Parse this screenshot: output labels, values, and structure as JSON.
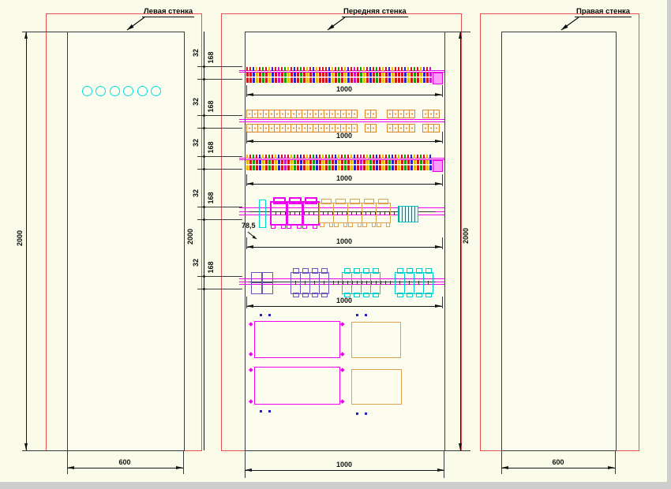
{
  "drawing": {
    "background": "#fbfbea",
    "frame_color": "#e85050",
    "panel_border_color": "#3d3d3d",
    "paper_edge": "#cdcdcd",
    "dim_color": "#141414"
  },
  "callouts": {
    "left": "Левая стенка",
    "front": "Передняя стенка",
    "right": "Правая стенка"
  },
  "dims": {
    "left_width": "600",
    "front_width": "1000",
    "right_width": "600",
    "left_height": "2000",
    "front_height_left": "2000",
    "front_height_right": "2000",
    "row_offset": "78,5"
  },
  "left_panel": {
    "holes": 6,
    "hole_color": "#00dede"
  },
  "palettes": {
    "strip1": [
      "#d01616",
      "#d01616",
      "#2626c8",
      "#e0be00",
      "#d01616",
      "#0ea00e",
      "#d01616",
      "#e0be00",
      "#2626c8",
      "#d01616",
      "#c816c8",
      "#d01616",
      "#0ea00e",
      "#e0be00",
      "#d01616",
      "#2626c8",
      "#d01616",
      "#0ea00e",
      "#d01616",
      "#e0be00",
      "#d01616",
      "#2626c8",
      "#e0be00",
      "#d01616"
    ],
    "strip2": [
      "#e0be00",
      "#d01616",
      "#0ea00e",
      "#d01616",
      "#2626c8",
      "#e0be00",
      "#d01616",
      "#0ea00e",
      "#d01616",
      "#e0be00",
      "#2626c8",
      "#d01616",
      "#c816c8",
      "#d01616",
      "#e0be00",
      "#0ea00e",
      "#d01616",
      "#2626c8",
      "#d01616",
      "#e0be00",
      "#d01616",
      "#0ea00e",
      "#2626c8",
      "#d01616"
    ]
  },
  "colors": {
    "rail": "#f000f0",
    "end_block_fill": "#ff9aff",
    "end_block_border": "#e000e0",
    "orange_terminal": "#d8882a",
    "black_rail": "#333333"
  },
  "rows": [
    {
      "name": "din-row-1",
      "kind": "terminal-strip",
      "dim_width": "1000",
      "rail_dim": "32",
      "gap_dim": "168",
      "palette": "strip1"
    },
    {
      "name": "din-row-2",
      "kind": "feedthrough-terminals",
      "dim_width": "1000",
      "rail_dim": "32",
      "gap_dim": "168",
      "groups": [
        20,
        2,
        5,
        3
      ]
    },
    {
      "name": "din-row-3",
      "kind": "terminal-strip",
      "dim_width": "1000",
      "rail_dim": "32",
      "gap_dim": "168",
      "palette": "strip2"
    },
    {
      "name": "din-row-4",
      "kind": "breakers",
      "dim_width": "1000",
      "rail_dim": "32",
      "gap_dim": "168",
      "items": [
        {
          "t": "slim",
          "c": "#00d8d8"
        },
        {
          "t": "contactor",
          "c": "#f000f0"
        },
        {
          "t": "contactor",
          "c": "#f000f0"
        },
        {
          "t": "contactor",
          "c": "#f000f0"
        },
        {
          "t": "module",
          "c": "#dca050"
        },
        {
          "t": "module",
          "c": "#dca050"
        },
        {
          "t": "module",
          "c": "#dca050"
        },
        {
          "t": "module",
          "c": "#dca050"
        },
        {
          "t": "module",
          "c": "#dca050"
        },
        {
          "t": "hatch",
          "c": "#00c4c4"
        }
      ]
    },
    {
      "name": "din-row-5",
      "kind": "relays",
      "dim_width": "1000",
      "rail_dim": "32",
      "gap_dim": "168",
      "items": [
        {
          "t": "box",
          "c": "#6a55b8"
        },
        {
          "t": "box",
          "c": "#6a55b8"
        },
        {
          "t": "relay",
          "c": "#6a55b8"
        },
        {
          "t": "relay",
          "c": "#6a55b8"
        },
        {
          "t": "relay",
          "c": "#6a55b8"
        },
        {
          "t": "relay",
          "c": "#6a55b8"
        },
        {
          "t": "relay",
          "c": "#00cccc"
        },
        {
          "t": "relay",
          "c": "#00cccc"
        },
        {
          "t": "relay",
          "c": "#00cccc"
        },
        {
          "t": "relay",
          "c": "#00cccc"
        },
        {
          "t": "relay",
          "c": "#00cccc"
        },
        {
          "t": "relay",
          "c": "#00cccc"
        },
        {
          "t": "relay",
          "c": "#00cccc"
        },
        {
          "t": "relay",
          "c": "#00cccc"
        }
      ]
    }
  ],
  "bottom_devices": {
    "magenta_color": "#f000f0",
    "tan_color": "#dca050",
    "dot_color": "#2020c8"
  }
}
